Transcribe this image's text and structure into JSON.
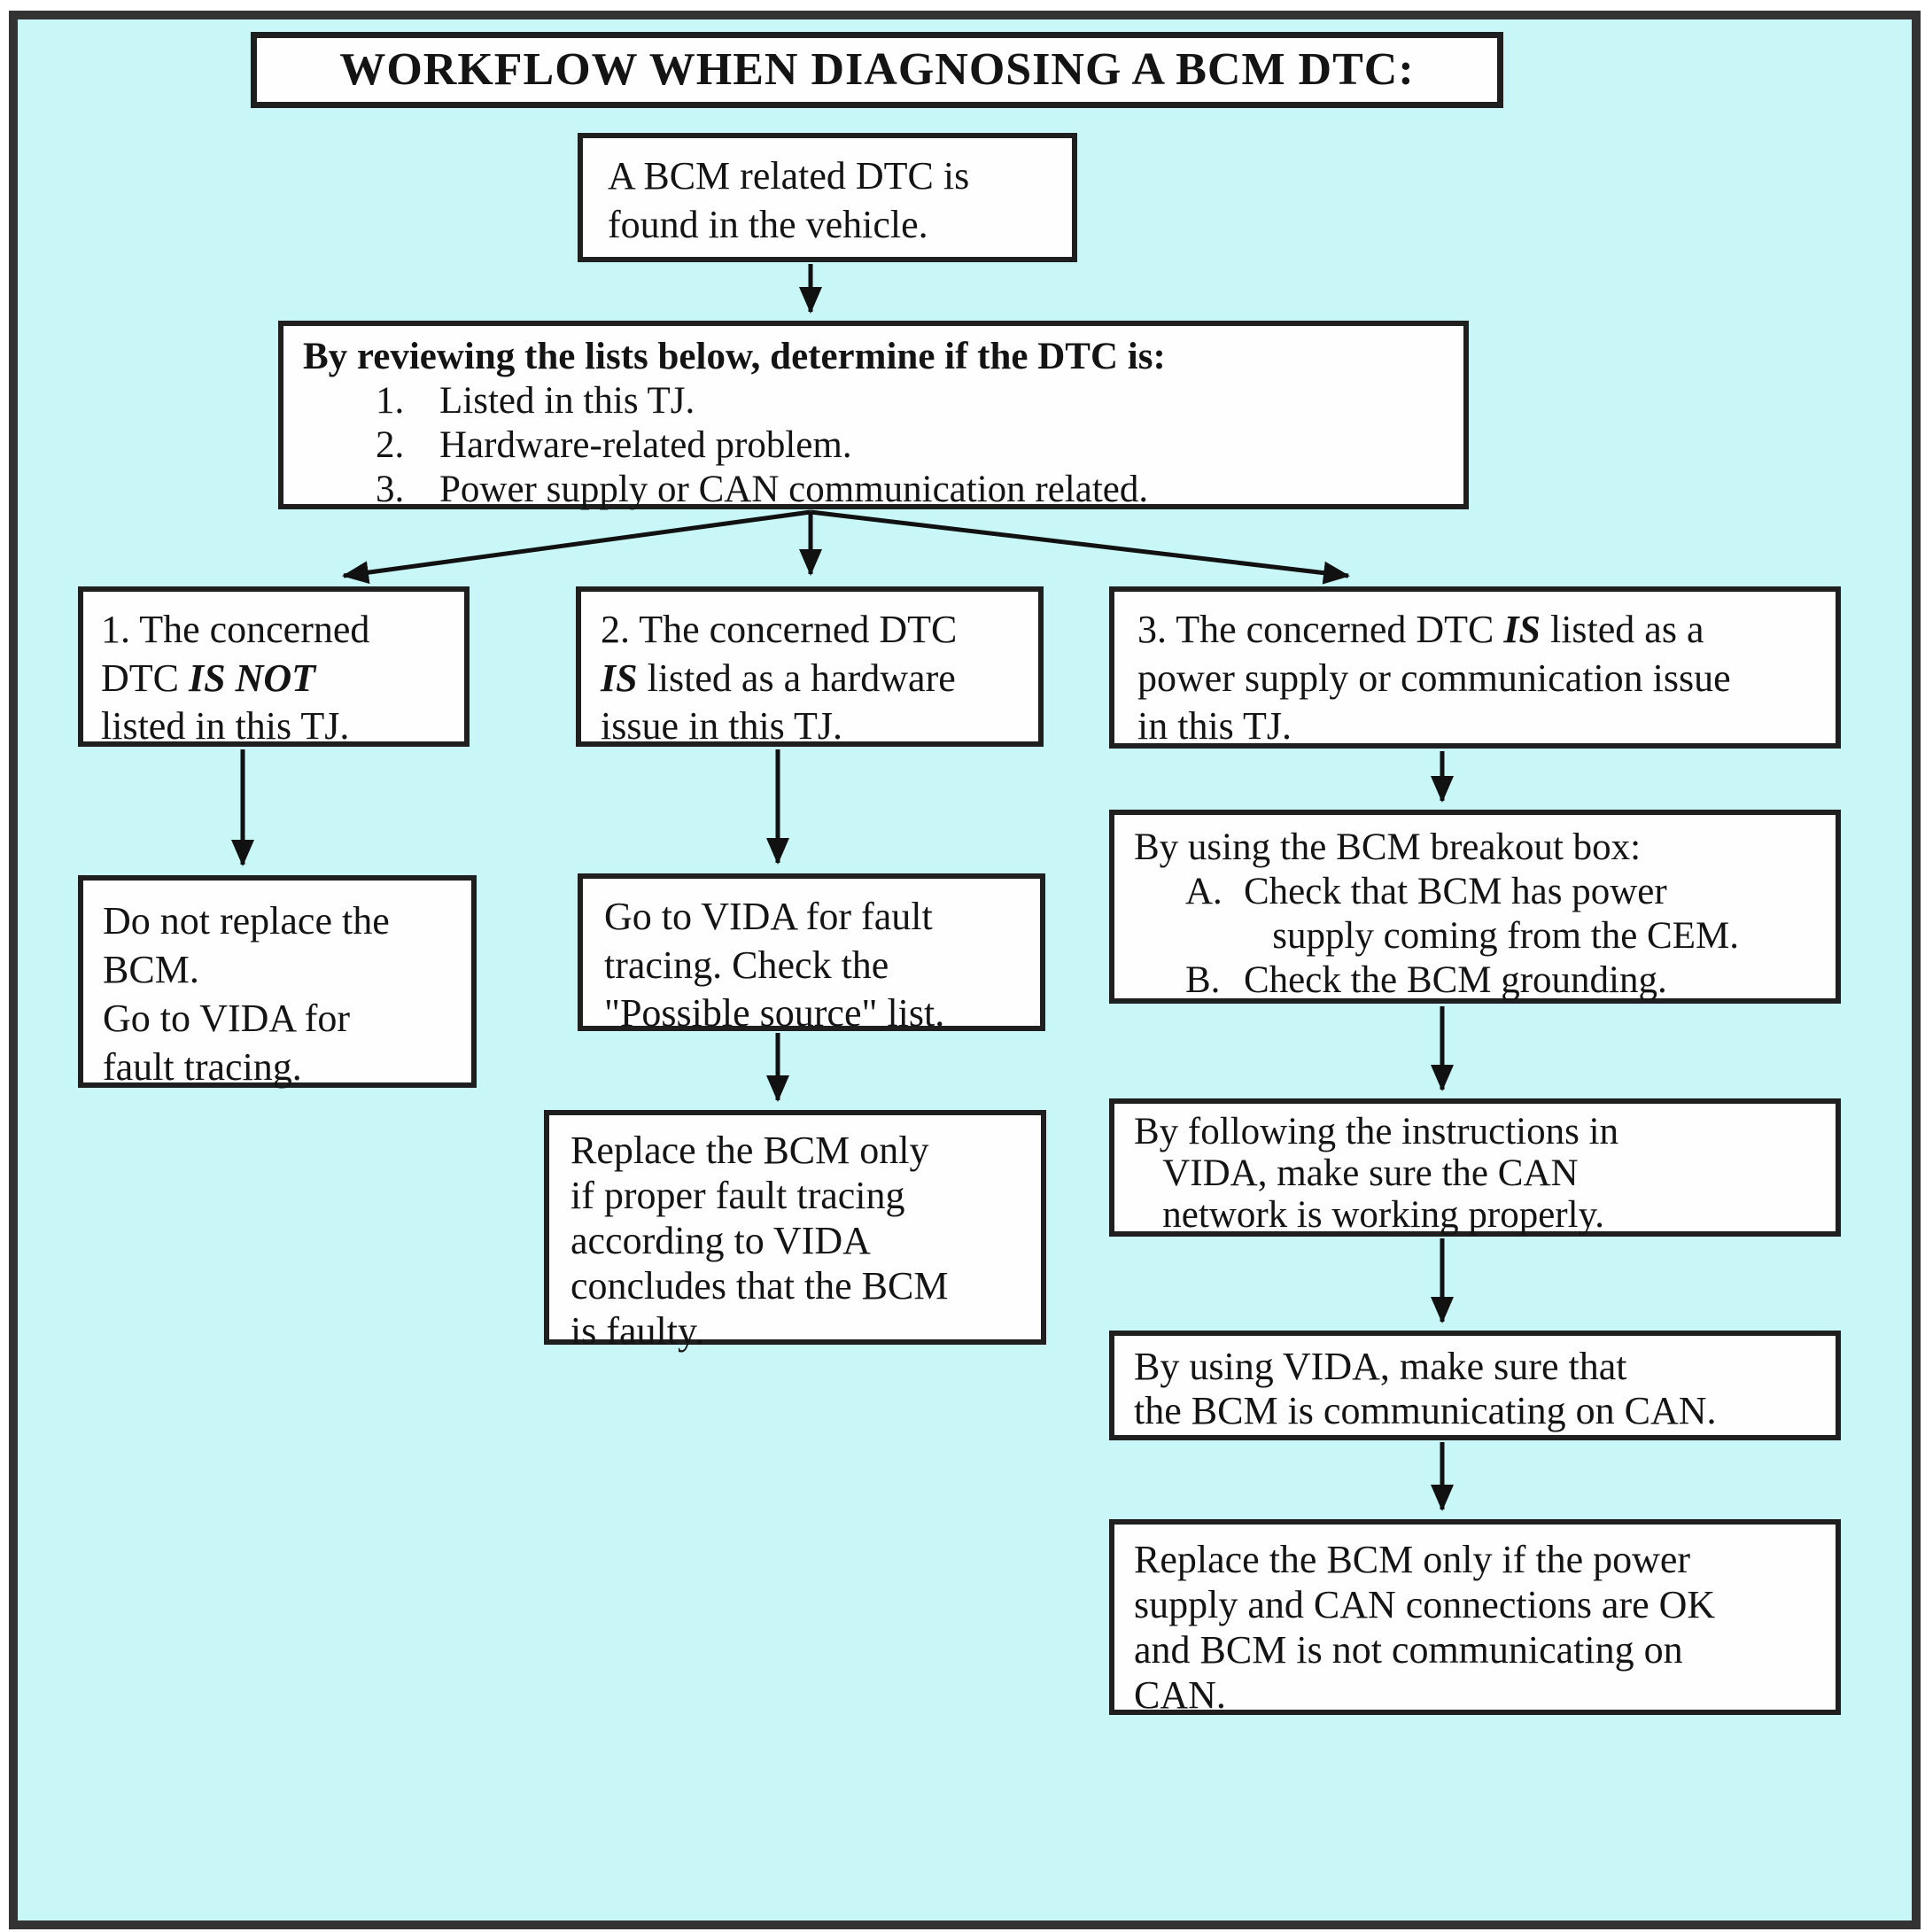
{
  "title": {
    "text": "WORKFLOW WHEN DIAGNOSING A BCM DTC:"
  },
  "colors": {
    "background": "#c9f7f7",
    "box_fill": "#fefefe",
    "line": "#333333"
  },
  "nodes": {
    "start": {
      "text": "A BCM related DTC is\nfound in the vehicle."
    },
    "decision": {
      "heading": "By reviewing the lists below, determine if the DTC is:",
      "items": [
        {
          "marker": "1.",
          "text": "Listed in this TJ."
        },
        {
          "marker": "2.",
          "text": "Hardware-related problem."
        },
        {
          "marker": "3.",
          "text": "Power supply or CAN communication related."
        }
      ]
    },
    "branch1": {
      "before": "1. The concerned\nDTC ",
      "emphasis": "IS NOT",
      "after": "\nlisted in this TJ."
    },
    "branch2": {
      "before": "2. The concerned DTC\n",
      "emphasis": "IS",
      "after": " listed as a hardware\nissue in this TJ."
    },
    "branch3": {
      "before": "3. The concerned DTC ",
      "emphasis": "IS",
      "after": " listed as a\npower supply or communication issue\nin this TJ."
    },
    "branch1_action": {
      "text": "Do not replace the\nBCM.\nGo to VIDA for\nfault tracing."
    },
    "branch2_action": {
      "text": "Go to VIDA for fault\ntracing. Check the\n\"Possible source\" list."
    },
    "bran2_result_note": null,
    "branch2_result": {
      "text": "Replace the BCM only\nif proper fault tracing\naccording to VIDA\nconcludes that the BCM\nis faulty."
    },
    "branch3_breakout": {
      "heading": "By using the BCM breakout box:",
      "items": [
        {
          "marker": "A.",
          "text": "Check that BCM has power\n   supply coming from the CEM."
        },
        {
          "marker": "B.",
          "text": "Check the BCM grounding."
        }
      ]
    },
    "branch3_can_check": {
      "text": "By following the instructions in\n   VIDA, make sure the CAN\n   network is working properly."
    },
    "branch3_comm_check": {
      "text": "By using VIDA, make sure that\nthe BCM is communicating on CAN."
    },
    "branch3_result": {
      "text": "Replace the BCM only if the power\nsupply and CAN connections are OK\nand BCM is not communicating on\nCAN."
    }
  }
}
